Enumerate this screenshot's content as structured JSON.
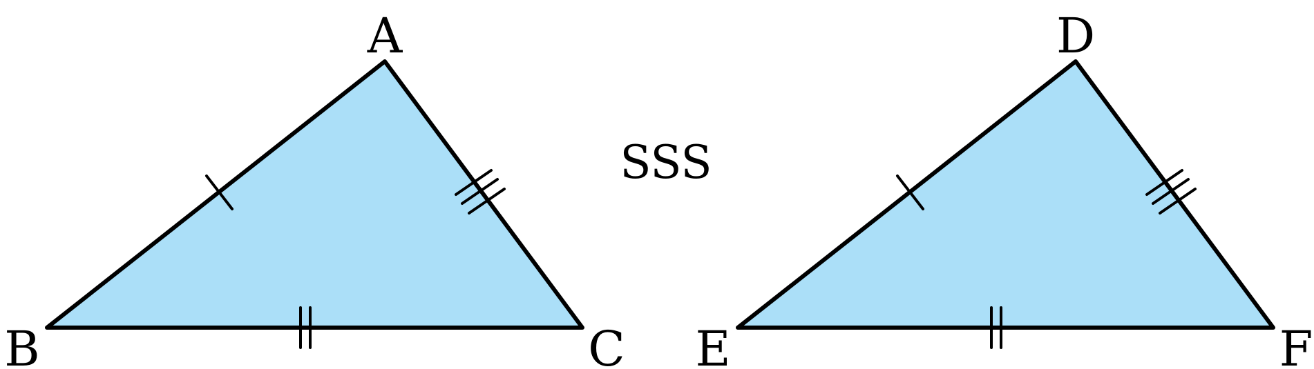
{
  "diagram": {
    "criterion": "SSS",
    "colors": {
      "fill": "#abdff8",
      "stroke": "#000000",
      "background": "#ffffff"
    },
    "triangles": [
      {
        "vertices": {
          "top": "A",
          "bottom_left": "B",
          "bottom_right": "C"
        },
        "side_marks": {
          "top_to_bottom_left": 1,
          "bottom_left_to_bottom_right": 2,
          "top_to_bottom_right": 3
        }
      },
      {
        "vertices": {
          "top": "D",
          "bottom_left": "E",
          "bottom_right": "F"
        },
        "side_marks": {
          "top_to_bottom_left": 1,
          "bottom_left_to_bottom_right": 2,
          "top_to_bottom_right": 3
        }
      }
    ]
  }
}
